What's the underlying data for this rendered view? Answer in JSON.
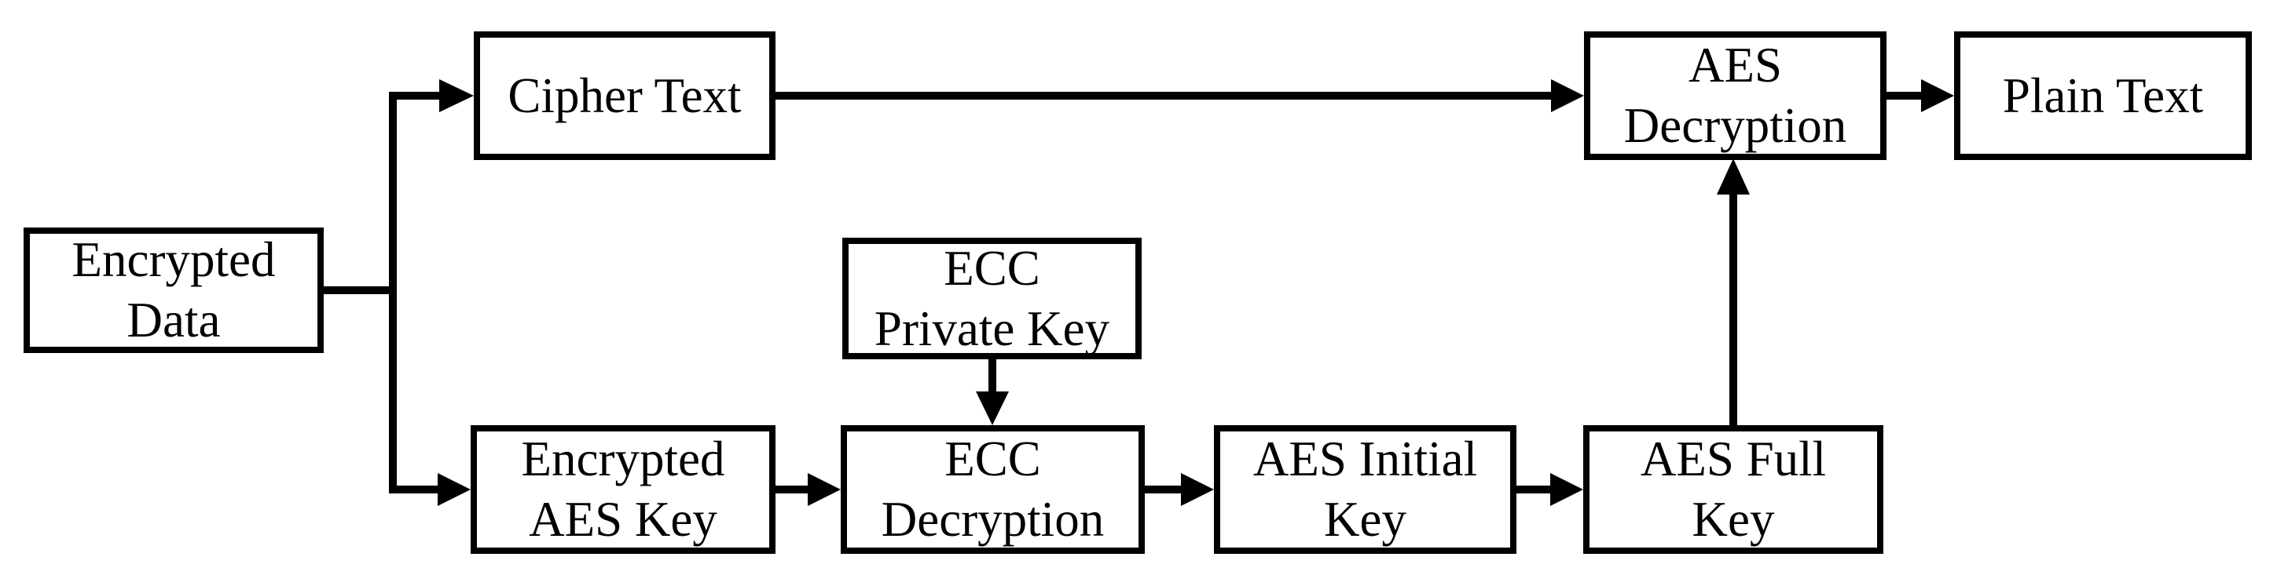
{
  "diagram": {
    "kind": "flowchart",
    "colors": {
      "background": "#ffffff",
      "line": "#000000",
      "box_fill": "#ffffff",
      "text": "#000000"
    },
    "nodes": {
      "encrypted_data": {
        "label": "Encrypted\nData"
      },
      "cipher_text": {
        "label": "Cipher Text"
      },
      "ecc_private_key": {
        "label": "ECC\nPrivate Key"
      },
      "encrypted_aes_key": {
        "label": "Encrypted\nAES Key"
      },
      "ecc_decryption": {
        "label": "ECC\nDecryption"
      },
      "aes_initial_key": {
        "label": "AES Initial\nKey"
      },
      "aes_full_key": {
        "label": "AES Full\nKey"
      },
      "aes_decryption": {
        "label": "AES\nDecryption"
      },
      "plain_text": {
        "label": "Plain Text"
      }
    },
    "edges": [
      {
        "from": "encrypted_data",
        "to": "cipher_text"
      },
      {
        "from": "encrypted_data",
        "to": "encrypted_aes_key"
      },
      {
        "from": "cipher_text",
        "to": "aes_decryption"
      },
      {
        "from": "ecc_private_key",
        "to": "ecc_decryption"
      },
      {
        "from": "encrypted_aes_key",
        "to": "ecc_decryption"
      },
      {
        "from": "ecc_decryption",
        "to": "aes_initial_key"
      },
      {
        "from": "aes_initial_key",
        "to": "aes_full_key"
      },
      {
        "from": "aes_full_key",
        "to": "aes_decryption"
      },
      {
        "from": "aes_decryption",
        "to": "plain_text"
      }
    ]
  }
}
